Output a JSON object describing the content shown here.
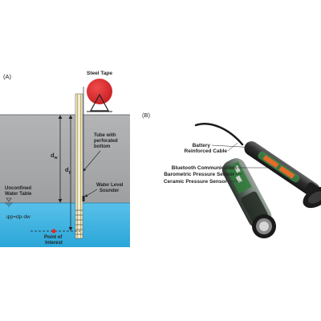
{
  "panel_a": {
    "tag": "(A)",
    "steel_tape": "Steel Tape",
    "tube_line1": "Tube with",
    "tube_line2": "perforated",
    "tube_line3": "bottom",
    "sounder_line1": "Water Level",
    "sounder_line2": "Sounder",
    "aquifer_line1": "Unconfined",
    "aquifer_line2": "Water Table",
    "dw": "d",
    "dw_sub": "w",
    "dp": "d",
    "dp_sub": "p",
    "equation": "ψp=dp-dw",
    "poi_line1": "Point of",
    "poi_line2": "Interest",
    "colors": {
      "soil": "#a8aaac",
      "water": "#3eb4e3",
      "reel": "#e0282b",
      "tube": "#d7c983",
      "poi": "#e0282b"
    }
  },
  "panel_b": {
    "tag": "(B)",
    "labels": [
      "Battery",
      "Reinforced Cable",
      "Bluetooth Communication",
      "Barometric Pressure Sensor",
      "Ceramic Pressure Sensor"
    ]
  }
}
